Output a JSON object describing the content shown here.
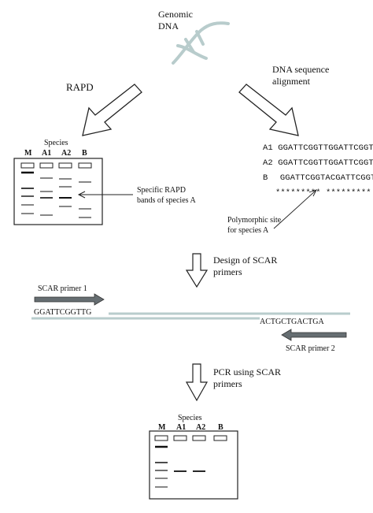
{
  "genomic": {
    "line1": "Genomic",
    "line2": "DNA"
  },
  "left_branch": {
    "label": "RAPD"
  },
  "right_branch": {
    "line1": "DNA sequence",
    "line2": "alignment"
  },
  "gel1": {
    "species_label": "Species",
    "lanes": [
      "M",
      "A1",
      "A2",
      "B"
    ],
    "callout_line1": "Specific RAPD",
    "callout_line2": "bands of species A"
  },
  "alignment": {
    "rows": [
      {
        "id": "A1",
        "seq": "GGATTCGGTTGGATTCGGTT"
      },
      {
        "id": "A2",
        "seq": "GGATTCGGTTGGATTCGGTT"
      },
      {
        "id": "B",
        "seq": "GGATTCGGTACGATTCGGTT"
      }
    ],
    "consensus": "********* *********",
    "note_line1": "Polymorphic site",
    "note_line2": "for species A"
  },
  "step_design": {
    "line1": "Design of SCAR",
    "line2": "primers"
  },
  "primers": {
    "primer1_label": "SCAR primer 1",
    "primer1_seq": "GGATTCGGTTG",
    "primer2_seq": "ACTGCTGACTGA",
    "primer2_label": "SCAR primer 2"
  },
  "step_pcr": {
    "line1": "PCR using SCAR",
    "line2": "primers"
  },
  "gel2": {
    "species_label": "Species",
    "lanes": [
      "M",
      "A1",
      "A2",
      "B"
    ]
  },
  "colors": {
    "dna_strand": "#b8cccc",
    "primer_arrow": "#666e72",
    "ink": "#111111"
  }
}
